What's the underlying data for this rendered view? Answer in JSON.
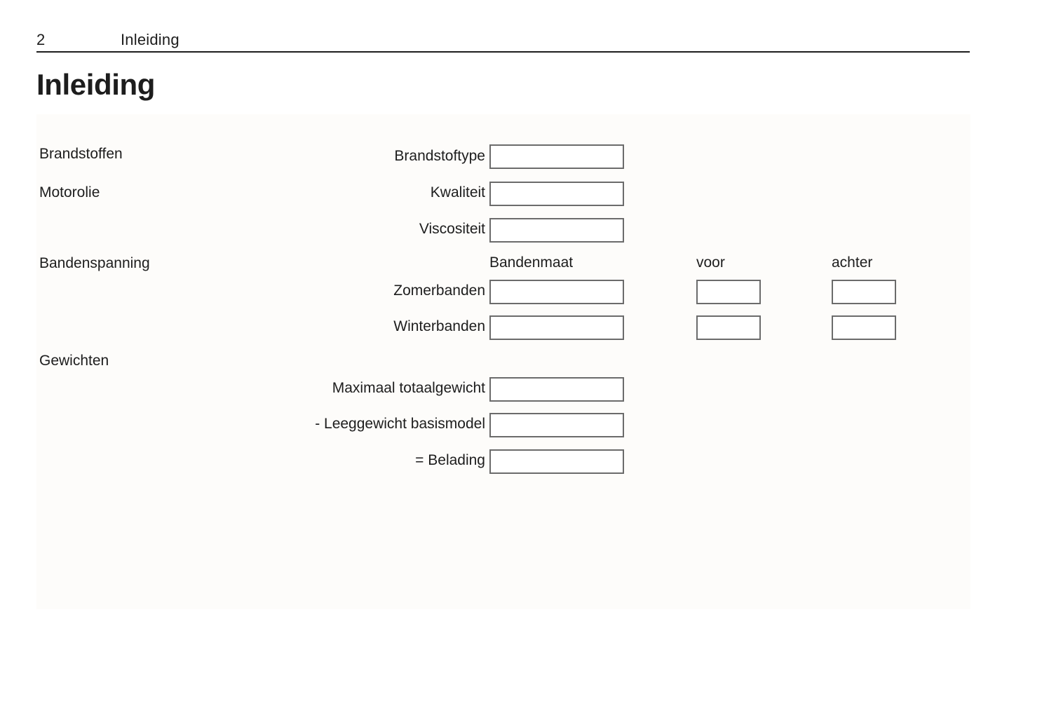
{
  "header": {
    "page_number": "2",
    "chapter": "Inleiding"
  },
  "title": "Inleiding",
  "sections": [
    {
      "name": "fuels",
      "label": "Brandstoffen",
      "rows": [
        {
          "name": "fuel-type",
          "label": "Brandstoftype"
        }
      ]
    },
    {
      "name": "engine-oil",
      "label": "Motorolie",
      "rows": [
        {
          "name": "quality",
          "label": "Kwaliteit"
        },
        {
          "name": "viscosity",
          "label": "Viscositeit"
        }
      ]
    },
    {
      "name": "tyre-pressure",
      "label": "Bandenspanning",
      "column_headers": {
        "size": "Bandenmaat",
        "front": "voor",
        "rear": "achter"
      },
      "rows": [
        {
          "name": "summer-tyres",
          "label": "Zomerbanden"
        },
        {
          "name": "winter-tyres",
          "label": "Winterbanden"
        }
      ]
    },
    {
      "name": "weights",
      "label": "Gewichten",
      "rows": [
        {
          "name": "max-total-weight",
          "label": "Maximaal totaalgewicht"
        },
        {
          "name": "kerb-weight-base-model",
          "label": "- Leeggewicht basismodel"
        },
        {
          "name": "payload",
          "label": "= Belading"
        }
      ]
    }
  ],
  "field_values": {
    "fuel_type": "",
    "quality": "",
    "viscosity": "",
    "summer_size": "",
    "summer_front": "",
    "summer_rear": "",
    "winter_size": "",
    "winter_front": "",
    "winter_rear": "",
    "max_total_weight": "",
    "kerb_weight": "",
    "payload": ""
  },
  "colors": {
    "text": "#1d1d1d",
    "rule": "#1d1d1d",
    "box_border": "#6b6b6b",
    "panel_background": "#fdfcfa",
    "page_background": "#ffffff"
  }
}
